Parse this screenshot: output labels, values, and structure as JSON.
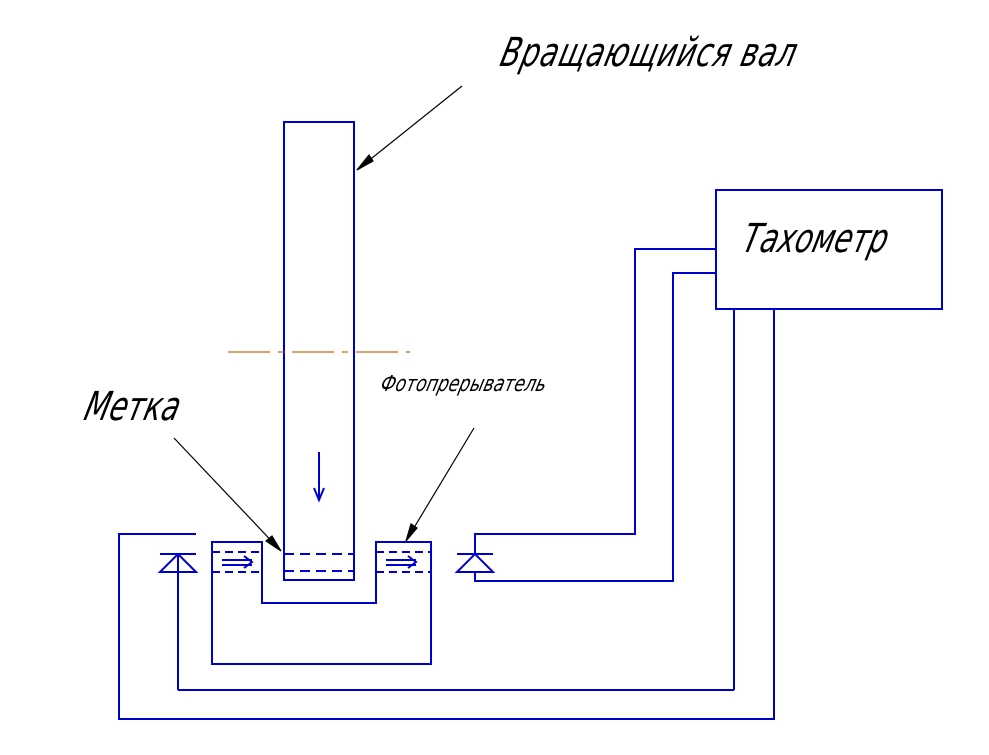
{
  "labels": {
    "shaft": "Вращающийся вал",
    "tachometer": "Тахометр",
    "mark": "Метка",
    "photointerrupter": "Фотопрерыватель"
  },
  "colors": {
    "line": "#0000cc",
    "leader": "#000000",
    "centerline": "#d2691e",
    "background": "#ffffff"
  }
}
